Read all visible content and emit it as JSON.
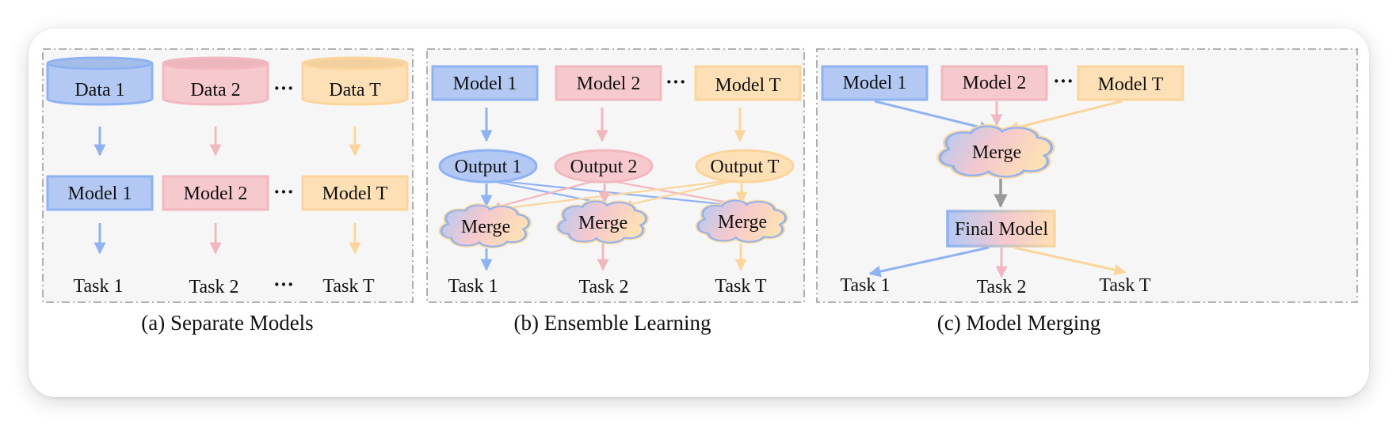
{
  "colors": {
    "blue": "#8fb2f2",
    "blue_fill": "#b3c9f4",
    "pink": "#f2b8bf",
    "pink_fill": "#f5c9cd",
    "orange": "#fbd59c",
    "orange_fill": "#fde0b6",
    "gray_arrow": "#9a9a9a",
    "panel_bg": "#f6f6f6"
  },
  "ellipsis": "···",
  "panels": {
    "separate": {
      "caption": "(a) Separate Models",
      "data": [
        "Data 1",
        "Data 2",
        "Data T"
      ],
      "models": [
        "Model 1",
        "Model 2",
        "Model T"
      ],
      "tasks": [
        "Task 1",
        "Task 2",
        "Task T"
      ]
    },
    "ensemble": {
      "caption": "(b) Ensemble Learning",
      "models": [
        "Model 1",
        "Model 2",
        "Model T"
      ],
      "outputs": [
        "Output 1",
        "Output 2",
        "Output T"
      ],
      "merge_label": "Merge",
      "tasks": [
        "Task 1",
        "Task 2",
        "Task T"
      ]
    },
    "merging": {
      "caption": "(c) Model Merging",
      "models": [
        "Model 1",
        "Model 2",
        "Model T"
      ],
      "merge_label": "Merge",
      "final_model": "Final Model",
      "tasks": [
        "Task 1",
        "Task 2",
        "Task T"
      ]
    }
  }
}
